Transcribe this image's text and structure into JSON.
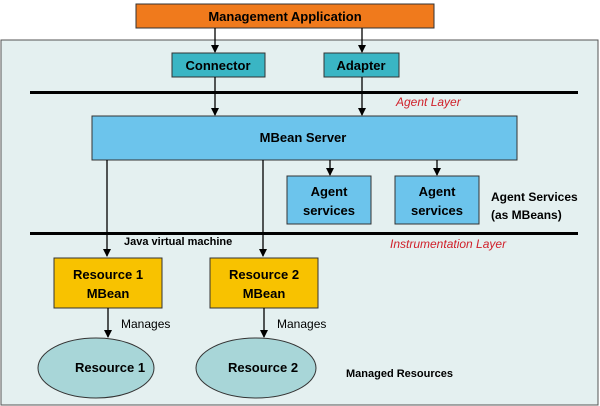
{
  "management_application": "Management Application",
  "connector": "Connector",
  "adapter": "Adapter",
  "agent_layer_label": "Agent Layer",
  "mbean_server": "MBean Server",
  "agent_service_box": [
    "Agent",
    "services"
  ],
  "agent_services_note": [
    "Agent Services",
    "(as MBeans)"
  ],
  "jvm_label": "Java virtual machine",
  "instrumentation_layer_label": "Instrumentation Layer",
  "resource1_mbean": [
    "Resource 1",
    "MBean"
  ],
  "resource2_mbean": [
    "Resource 2",
    "MBean"
  ],
  "manages_label": "Manages",
  "resource1": "Resource 1",
  "resource2": "Resource 2",
  "managed_resources_label": "Managed Resources",
  "colors": {
    "panel": "#e4f0f0",
    "orange": "#f07a1c",
    "teal": "#3ab5c4",
    "blue": "#6cc4ec",
    "gold": "#f8c200",
    "ellipse": "#a8d6d8",
    "layer_text": "#d0202a"
  }
}
